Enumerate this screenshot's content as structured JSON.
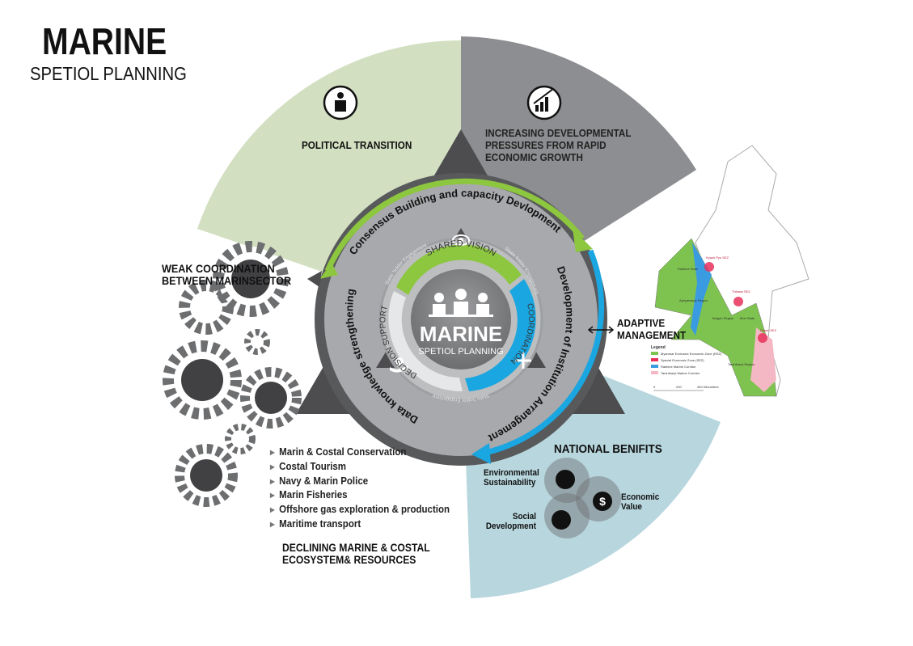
{
  "title": {
    "main": "MARINE",
    "sub": "SPETIOL PLANNING"
  },
  "pressures": {
    "political": "POLITICAL TRANSITION",
    "economic": [
      "INCREASING DEVELOPMENTAL",
      "PRESSURES  FROM RAPID",
      "ECONOMIC GROWTH"
    ],
    "weak_coordination": [
      "WEAK COORDINATION",
      "BETWEEN MARINSECTOR"
    ],
    "adaptive": [
      "ADAPTIVE",
      "MANAGEMENT"
    ],
    "declining": [
      "DECLINING MARINE & COSTAL",
      "ECOSYSTEM& RESOURCES"
    ]
  },
  "ring": {
    "consensus": "Consensus Building and capacity Devlopment",
    "institution": "Development of Institution Arrangements",
    "data": "Data knowledge strengthening"
  },
  "inner": {
    "shared_vision": "SHARED VISION",
    "coordination": "COORDINATION",
    "decision_support": "DECISION SUPPORT",
    "stakeholder": "Stake holder Engagement",
    "center_main": "MARINE",
    "center_sub": "SPETIOL PLANNING"
  },
  "sectors": [
    "Marin & Costal Conservation",
    "Costal Tourism",
    "Navy & Marin Police",
    "Marin Fisheries",
    "Offshore gas exploration & production",
    "Maritime transport"
  ],
  "benefits": {
    "title": "NATIONAL BENIFITS",
    "env": [
      "Environmental",
      "Sustainability"
    ],
    "eco": [
      "Economic",
      "Value"
    ],
    "soc": [
      "Social",
      "Development"
    ]
  },
  "map": {
    "labels": {
      "kyauk": "Kyauk Pyu SEZ",
      "rakhine": "Rakhine State",
      "thilawa": "Thilawa SEZ",
      "ayeyarwady": "Ayeyarwady Region",
      "yangon": "Yangon Region",
      "mon": "Mon State",
      "dawei": "Dawei SEZ",
      "tanintharyi": "Tanintharyi Region"
    },
    "legend_title": "Legend",
    "legend": [
      {
        "label": "Myanmar Exclusive Economic Zone (EEZ)",
        "color": "#7ec34f"
      },
      {
        "label": "Special Economic Zone (SEZ)",
        "color": "#e8305a"
      },
      {
        "label": "Rakhine Marine Corridor",
        "color": "#3b9be0"
      },
      {
        "label": "Tanintharyi Marine Corridor",
        "color": "#f4b8c4"
      }
    ],
    "scale": [
      "0",
      "200",
      "400 Kilometers"
    ]
  },
  "colors": {
    "green_fan": "#d2dfc0",
    "gray_fan": "#8d8e91",
    "blue_fan": "#b7d6dd",
    "green": "#8dc63f",
    "blue": "#1aa6e0",
    "dark": "#4d4d4f"
  }
}
